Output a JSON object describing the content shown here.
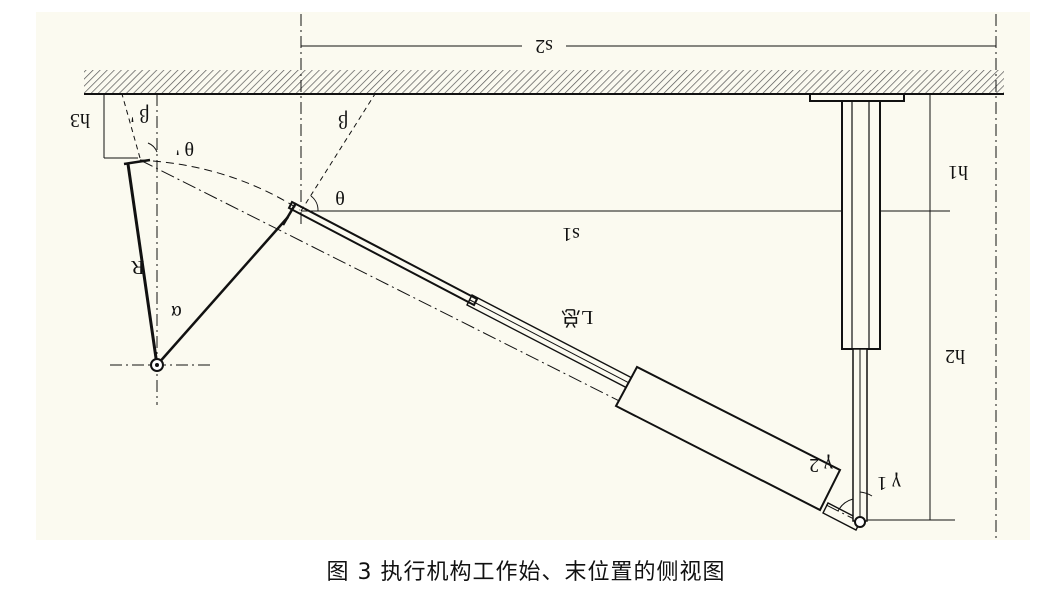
{
  "figure": {
    "labels": {
      "s2": "s2",
      "s1": "s1",
      "h1": "h1",
      "h2": "h2",
      "h3": "h3",
      "beta": "β",
      "beta_prime": "β '",
      "theta": "θ",
      "theta_prime": "θ '",
      "R": "R",
      "alpha": "α",
      "L": "L总",
      "gamma1": "γ 1",
      "gamma2": "γ 2"
    },
    "colors": {
      "background": "#fbfaf0",
      "line": "#111111",
      "hatch": "#555555"
    }
  },
  "caption": "图 3 执行机构工作始、末位置的侧视图"
}
